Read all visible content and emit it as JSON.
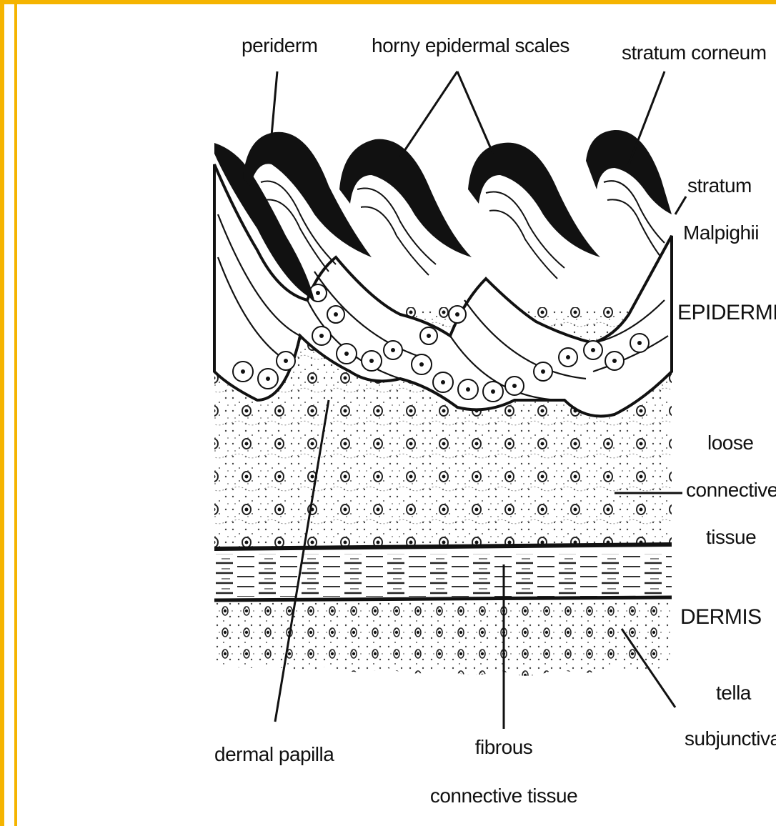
{
  "labels": {
    "periderm": "periderm",
    "horny_epidermal_scales": "horny epidermal scales",
    "stratum_corneum": "stratum corneum",
    "stratum_malpighii_1": "stratum",
    "stratum_malpighii_2": "Malpighii",
    "epidermis": "EPIDERMIS",
    "loose_1": "loose",
    "loose_2": "connective",
    "loose_3": "tissue",
    "dermis": "DERMIS",
    "tella_1": "tella",
    "tella_2": "subjunctiva",
    "dermal_papilla": "dermal papilla",
    "fibrous_1": "fibrous",
    "fibrous_2": "connective tissue"
  },
  "colors": {
    "frame": "#f5b400",
    "ink": "#111111"
  }
}
